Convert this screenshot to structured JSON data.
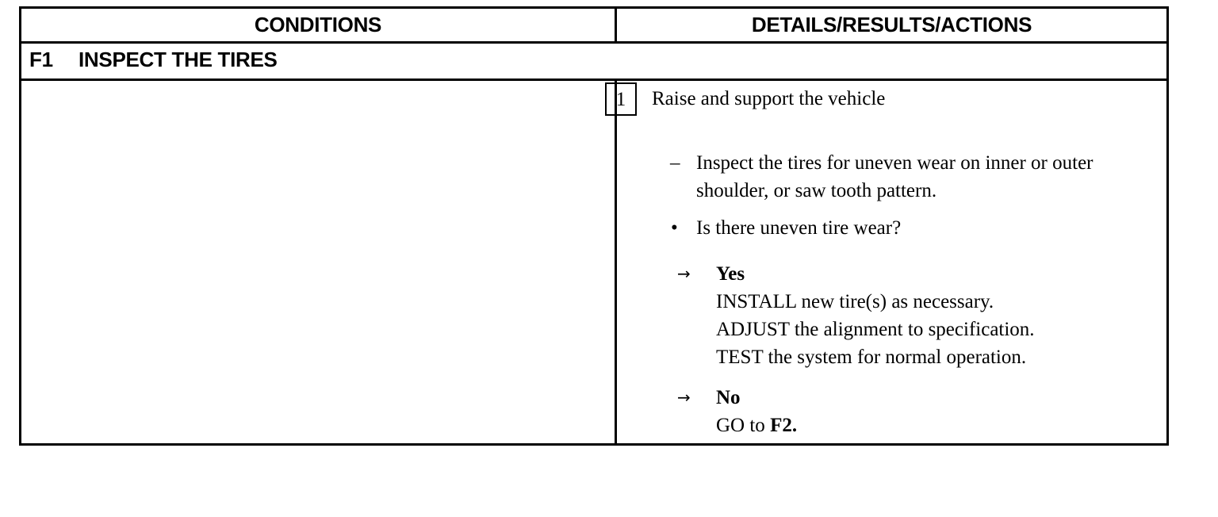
{
  "table": {
    "headers": [
      "CONDITIONS",
      "DETAILS/RESULTS/ACTIONS"
    ],
    "section": {
      "code": "F1",
      "title": "INSPECT THE TIRES"
    },
    "step": {
      "number": "1",
      "instruction": "Raise and support the vehicle"
    },
    "dash_item": {
      "mark": "–",
      "text": "Inspect the tires for uneven wear on inner or outer shoulder, or saw tooth pattern."
    },
    "question": {
      "mark": "•",
      "text": "Is there uneven tire wear?"
    },
    "answers": [
      {
        "arrow": "→",
        "label": "Yes",
        "lines": [
          "INSTALL new tire(s) as necessary.",
          "ADJUST the alignment to specification.",
          "TEST the system for normal operation."
        ]
      },
      {
        "arrow": "→",
        "label": "No",
        "goto_prefix": "GO to ",
        "goto_target": "F2."
      }
    ]
  }
}
